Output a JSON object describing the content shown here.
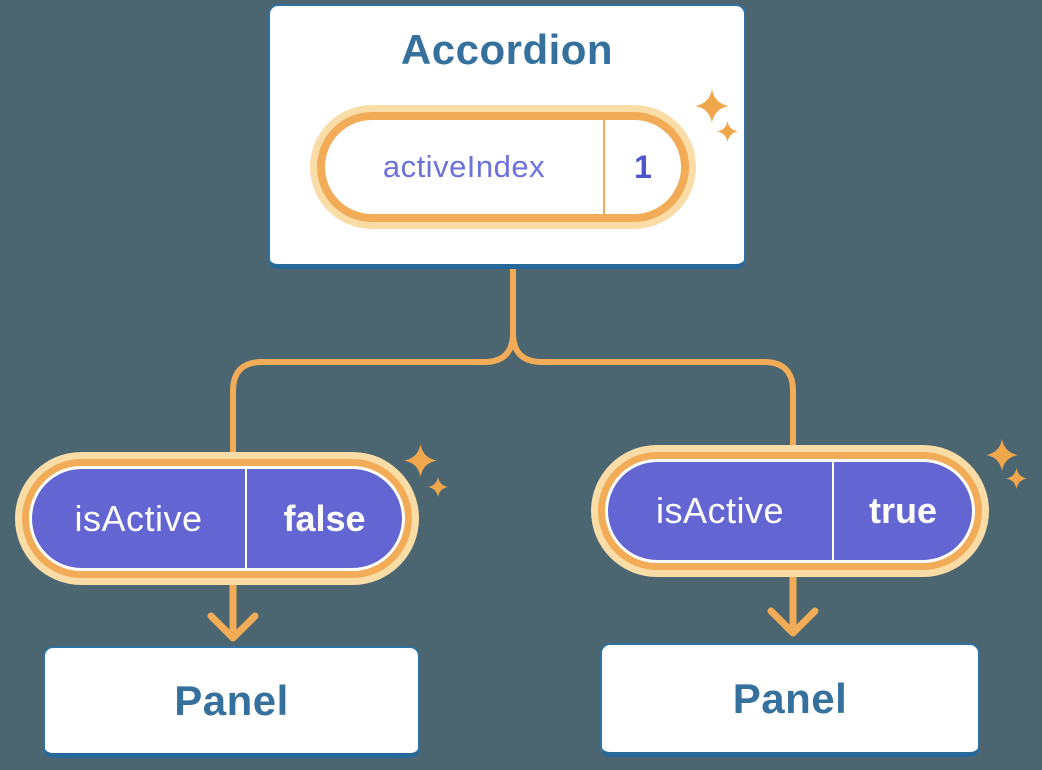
{
  "colors": {
    "background": "#4B6670",
    "card_bg": "#FFFFFF",
    "card_border": "#2F71A0",
    "card_border_bottom": "#27689B",
    "blue_text": "#35719C",
    "connector": "#F2AC57",
    "glow": "#F9DCA6",
    "purple": "#6366D2",
    "purple_label": "#6C71DC",
    "purple_value": "#4F55CB",
    "white_text": "#FFFFFF",
    "sparkle": "#F0A74B"
  },
  "root_component": {
    "title": "Accordion",
    "state": {
      "label": "activeIndex",
      "value": "1"
    }
  },
  "children": [
    {
      "prop": {
        "label": "isActive",
        "value": "false"
      },
      "panel_title": "Panel"
    },
    {
      "prop": {
        "label": "isActive",
        "value": "true"
      },
      "panel_title": "Panel"
    }
  ],
  "icons": {
    "sparkle": "four-point-star"
  }
}
